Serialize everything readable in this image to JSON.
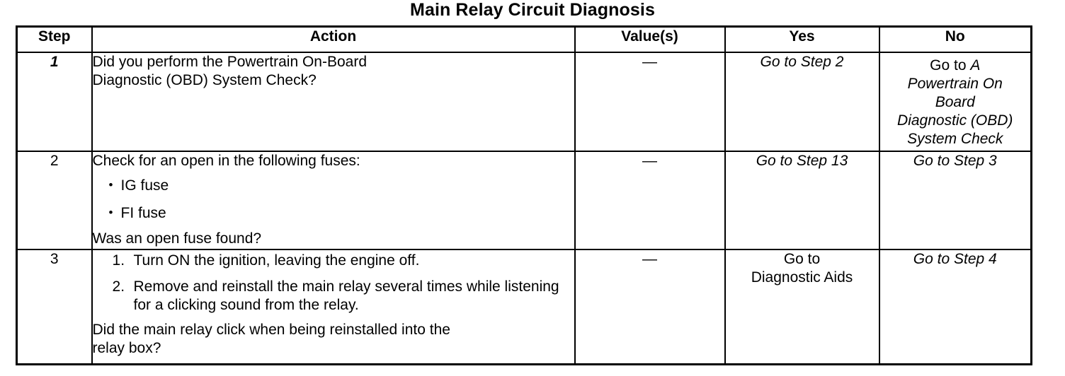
{
  "title": "Main Relay Circuit Diagnosis",
  "table": {
    "headers": [
      "Step",
      "Action",
      "Value(s)",
      "Yes",
      "No"
    ],
    "rows": [
      {
        "step": "1",
        "step_italic": true,
        "action": {
          "lead_line1": "Did you perform the Powertrain On-Board",
          "lead_line2": "Diagnostic (OBD) System Check?"
        },
        "value": "—",
        "yes": {
          "text": "Go to Step 2",
          "italic": true
        },
        "no": {
          "prefix": "Go to ",
          "line1": "A",
          "line2": "Powertrain On",
          "line3": "Board",
          "line4": "Diagnostic (OBD)",
          "line5": "System Check",
          "italic": true
        }
      },
      {
        "step": "2",
        "step_italic": false,
        "action": {
          "lead": "Check for an open in the following fuses:",
          "bullets": [
            "IG fuse",
            "FI fuse"
          ],
          "tail": "Was an open fuse found?"
        },
        "value": "—",
        "yes": {
          "text": "Go to Step 13",
          "italic": true
        },
        "no": {
          "text": "Go to Step 3",
          "italic": true
        }
      },
      {
        "step": "3",
        "step_italic": false,
        "action": {
          "steps": [
            "Turn ON the ignition, leaving the engine off.",
            "Remove and reinstall the main relay several times while listening for a clicking sound from the relay."
          ],
          "tail_line1": "Did the main relay click when being reinstalled into the",
          "tail_line2": "relay box?"
        },
        "value": "—",
        "yes": {
          "line1": "Go to",
          "line2": "Diagnostic Aids",
          "italic": false
        },
        "no": {
          "text": "Go to Step 4",
          "italic": true
        }
      }
    ]
  }
}
